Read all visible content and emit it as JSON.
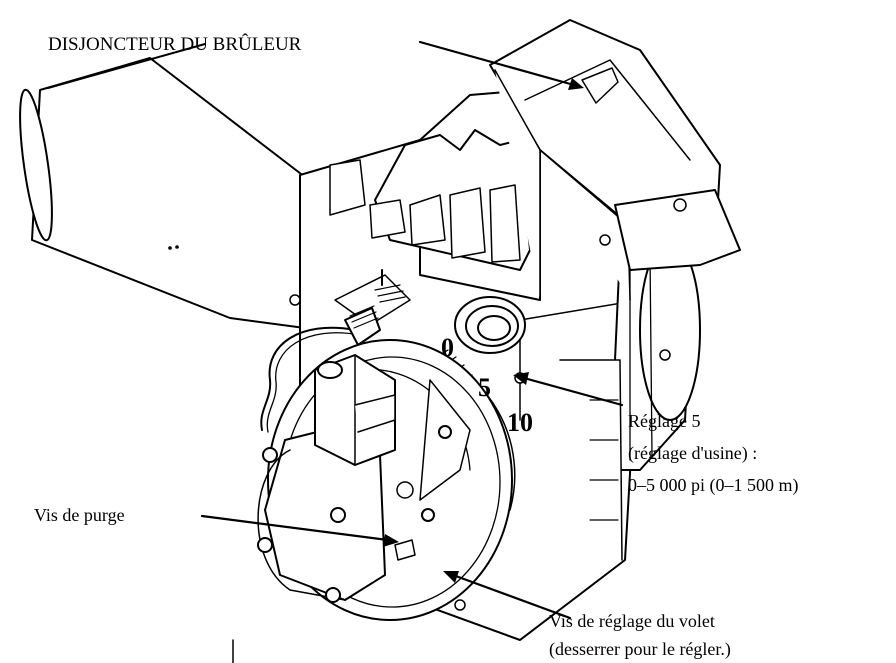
{
  "labels": {
    "breaker": "DISJONCTEUR DU BRÛLEUR",
    "setting_line1": "Réglage 5",
    "setting_line2": "(réglage d'usine) :",
    "setting_line3": "0–5 000 pi (0–1 500 m)",
    "purge": "Vis de purge",
    "shutter_line1": "Vis de réglage du volet",
    "shutter_line2": "(desserrer pour le régler.)"
  },
  "scale_marks": [
    "0",
    "5",
    "10"
  ],
  "colors": {
    "line": "#000000",
    "background": "#ffffff"
  }
}
